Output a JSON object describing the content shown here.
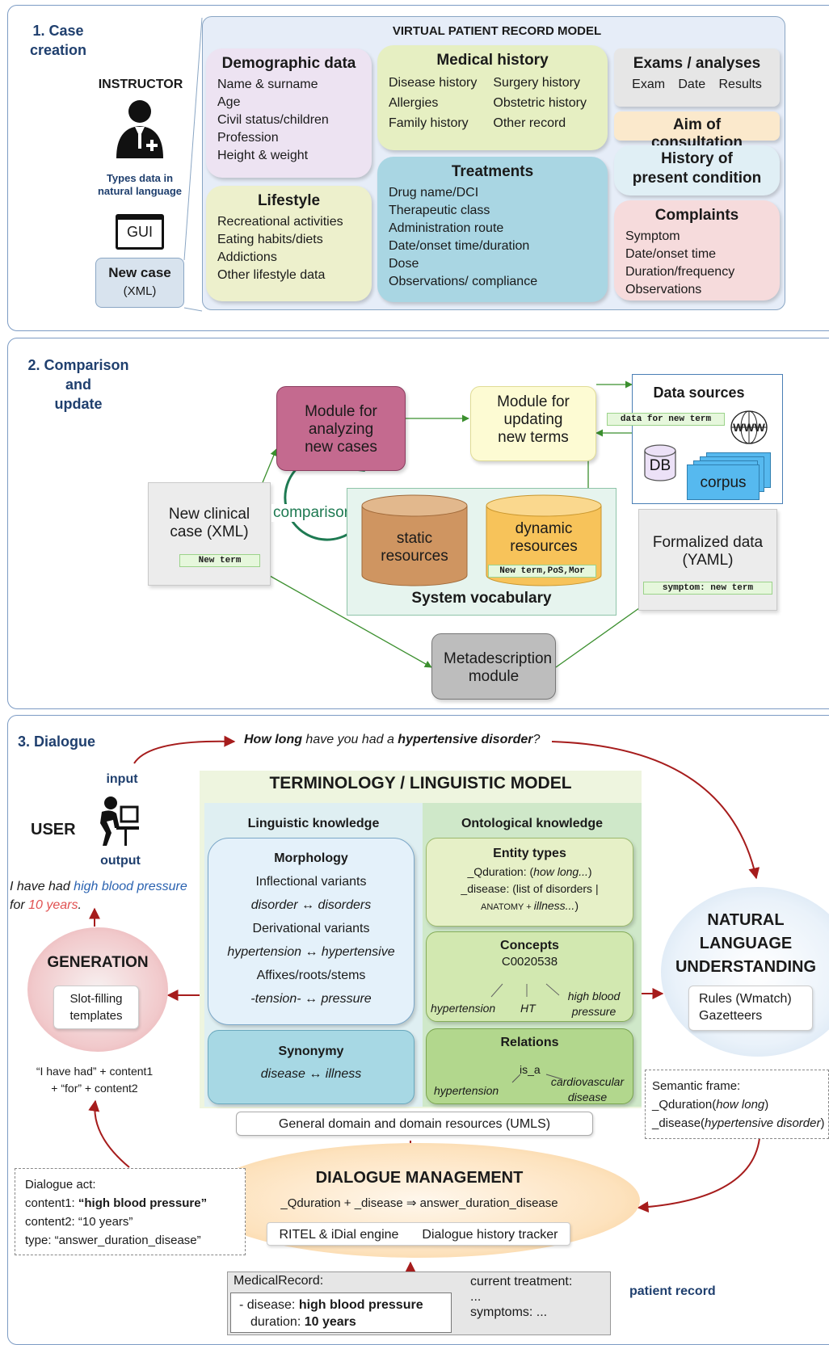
{
  "section1": {
    "title_line1": "1. Case",
    "title_line2": "creation",
    "instructor": "INSTRUCTOR",
    "types_line1": "Types data in",
    "types_line2": "natural language",
    "gui": "GUI",
    "new_case": "New case",
    "new_case_sub": "(XML)",
    "model_title": "Virtual patient record model",
    "demographic": {
      "title": "Demographic data",
      "items": [
        "Name & surname",
        "Age",
        "Civil status/children",
        "Profession",
        "Height & weight"
      ]
    },
    "lifestyle": {
      "title": "Lifestyle",
      "items": [
        "Recreational activities",
        "Eating habits/diets",
        "Addictions",
        "Other lifestyle data"
      ]
    },
    "medical": {
      "title": "Medical history",
      "col1": [
        "Disease history",
        "Allergies",
        "Family history"
      ],
      "col2": [
        "Surgery history",
        "Obstetric history",
        "Other record"
      ]
    },
    "treatments": {
      "title": "Treatments",
      "items": [
        "Drug name/DCI",
        "Therapeutic class",
        "Administration route",
        "Date/onset time/duration",
        "Dose",
        "Observations/ compliance"
      ]
    },
    "exams": {
      "title": "Exams / analyses",
      "items": [
        "Exam",
        "Date",
        "Results"
      ]
    },
    "aim": "Aim of consultation",
    "history_line1": "History of",
    "history_line2": "present condition",
    "complaints": {
      "title": "Complaints",
      "items": [
        "Symptom",
        "Date/onset time",
        "Duration/frequency",
        "Observations"
      ]
    }
  },
  "section2": {
    "title_line1": "2. Comparison",
    "title_line2": "and",
    "title_line3": "update",
    "analyzing": [
      "Module for",
      "analyzing",
      "new cases"
    ],
    "updating": [
      "Module for",
      "updating",
      "new terms"
    ],
    "data_sources": "Data sources",
    "data_for_new_term": "data for new term",
    "www": "WWW",
    "db": "DB",
    "corpus": "corpus",
    "new_clinical": [
      "New clinical",
      "case (XML)"
    ],
    "new_term": "New term",
    "comparison": "comparison",
    "static": [
      "static",
      "resources"
    ],
    "dynamic": [
      "dynamic",
      "resources"
    ],
    "dynamic_code": "New term,PoS,Mor",
    "system_vocab": "System vocabulary",
    "formalized": [
      "Formalized data",
      "(YAML)"
    ],
    "yaml_code": "symptom: new term",
    "metadescription": [
      "Metadescription",
      "module"
    ]
  },
  "section3": {
    "title": "3. Dialogue",
    "question_bold1": "How long",
    "question_mid": " have you had a ",
    "question_bold2": "hypertensive disorder",
    "question_end": "?",
    "input": "input",
    "user": "USER",
    "output": "output",
    "answer_a": "I have had ",
    "answer_b": "high blood pressure",
    "answer_c": "for ",
    "answer_d": "10 years",
    "answer_e": ".",
    "model_title": "TERMINOLOGY / LINGUISTIC MODEL",
    "linguistic": "Linguistic knowledge",
    "ontological": "Ontological knowledge",
    "morphology": {
      "title": "Morphology",
      "l1": "Inflectional variants",
      "l2": "disorder ↔ disorders",
      "l3": "Derivational variants",
      "l4": "hypertension ↔ hypertensive",
      "l5": "Affixes/roots/stems",
      "l6": "-tension- ↔ pressure"
    },
    "synonymy": {
      "title": "Synonymy",
      "l1": "disease ↔ illness"
    },
    "entity": {
      "title": "Entity types",
      "l1a": "_Qduration: (",
      "l1b": "how long...",
      "l1c": ")",
      "l2": "_disease: (list of disorders  |",
      "l3a": "ANATOMY + ",
      "l3b": "illness...",
      "l3c": ")"
    },
    "concepts": {
      "title": "Concepts",
      "code": "C0020538",
      "t1": "hypertension",
      "t2": "HT",
      "t3a": "high blood",
      "t3b": "pressure"
    },
    "relations": {
      "title": "Relations",
      "r": "is_a",
      "t1": "hypertension",
      "t2a": "cardiovascular",
      "t2b": "disease"
    },
    "general": "General domain and domain resources (UMLS)",
    "generation": "GENERATION",
    "slot_line1": "Slot-filling",
    "slot_line2": "templates",
    "template_line1": "“I have had” + content1",
    "template_line2": "+ “for” + content2",
    "nlu_line1": "NATURAL",
    "nlu_line2": "LANGUAGE",
    "nlu_line3": "UNDERSTANDING",
    "rules_line1": "Rules (Wmatch)",
    "rules_line2": "Gazetteers",
    "semantic": {
      "title": "Semantic frame:",
      "l1a": "_Qduration(",
      "l1b": "how long",
      "l1c": ")",
      "l2a": "_disease(",
      "l2b": "hypertensive disorder",
      "l2c": ")"
    },
    "dialogue_act": {
      "title": "Dialogue act:",
      "l1a": "content1: ",
      "l1b": "“high blood pressure”",
      "l2": "content2: “10 years”",
      "l3": "type: “answer_duration_disease”"
    },
    "dm": {
      "title": "DIALOGUE MANAGEMENT",
      "rule": "_Qduration + _disease ⇒ answer_duration_disease",
      "engine": "RITEL & iDial engine",
      "tracker": "Dialogue history tracker"
    },
    "record": {
      "title": "MedicalRecord:",
      "d1a": "- disease: ",
      "d1b": "high blood pressure",
      "d2a": "duration: ",
      "d2b": "10 years",
      "ct": "current treatment:",
      "dots": "...",
      "sym": "symptoms: ..."
    },
    "patient_record": "patient record"
  },
  "colors": {
    "demographic": "#ede3f2",
    "lifestyle": "#edf0cc",
    "medical": "#e6efc2",
    "treatments": "#a9d6e3",
    "exams": "#e6e6e6",
    "aim": "#fbe9cc",
    "history": "#e0eff5",
    "complaints": "#f6dbdc",
    "analyzing": "#c46a8f",
    "updating": "#fdfbd3",
    "static": "#cf9561",
    "dynamic": "#f7c35a",
    "vocab_bg": "#e6f4ee",
    "arrow_green": "#3b8f2e",
    "arrow_red": "#a61c1c"
  }
}
